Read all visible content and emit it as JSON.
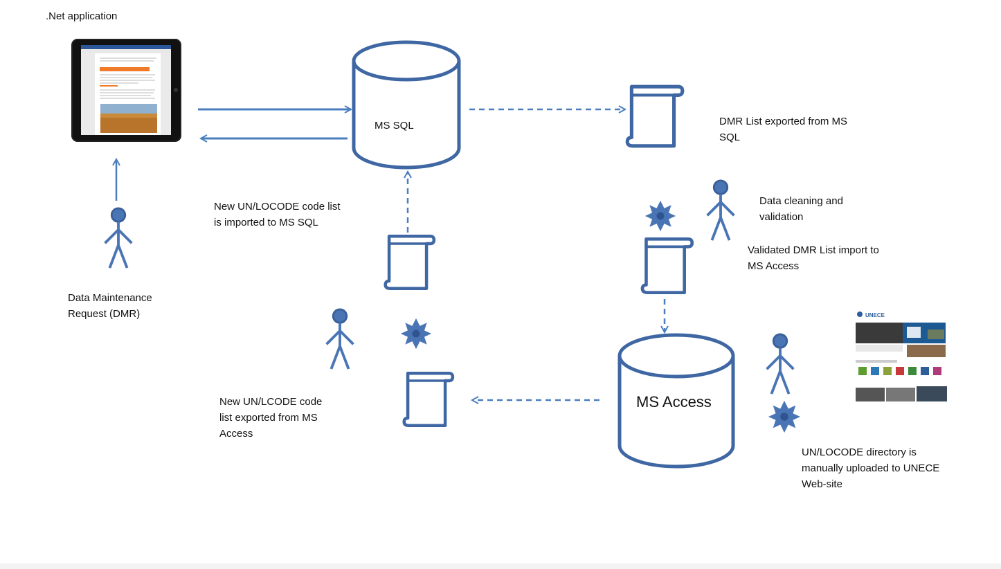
{
  "title": ".Net application",
  "labels": {
    "ms_sql": "MS SQL",
    "ms_access": "MS Access",
    "dmr_exported": "DMR List exported from MS\nSQL",
    "data_cleaning": "Data cleaning and\nvalidation",
    "validated_import": "Validated DMR List import to\nMS Access",
    "unlocode_imported": "New UN/LOCODE code  list\nis imported to MS SQL",
    "dmr_request": "Data Maintenance\nRequest (DMR)",
    "unlcode_exported": "New UN/LCODE code\nlist exported from MS\nAccess",
    "directory_uploaded": "UN/LOCODE directory is\nmanually uploaded to UNECE\nWeb-site"
  },
  "website_thumbnail": {
    "brand": "UNECE"
  },
  "icons": [
    "tablet-icon",
    "database-icon",
    "document-icon",
    "person-icon",
    "gear-icon",
    "website-screenshot-icon"
  ],
  "colors": {
    "stroke": "#3f67a3",
    "fill": "#4a75b5",
    "line": "#4a7ebf"
  }
}
